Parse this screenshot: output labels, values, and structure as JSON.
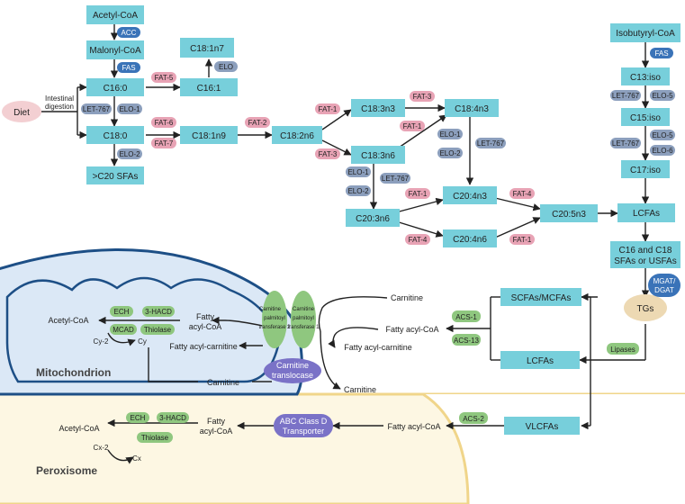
{
  "colors": {
    "cyan_box": "#77cfdb",
    "blue_enzyme": "#3a73b8",
    "grey_enzyme": "#8c9fbd",
    "pink_enzyme": "#e8a3b5",
    "green_enzyme": "#8fc77f",
    "purple_transport": "#7a72c7",
    "diet_pink": "#f3cfd2",
    "tgs_tan": "#edd9b3",
    "mito_fill": "#dbe8f6",
    "mito_stroke": "#1d4f86",
    "perox_fill": "#fdf7e3",
    "perox_stroke": "#f0d58a",
    "arrow": "#222222"
  },
  "metabolites": {
    "acetyl_coa": "Acetyl-CoA",
    "malonyl_coa": "Malonyl-CoA",
    "c16_0": "C16:0",
    "c16_1": "C16:1",
    "c18_1n7": "C18:1n7",
    "c18_0": "C18:0",
    "c20_sfas": ">C20 SFAs",
    "c18_1n9": "C18:1n9",
    "c18_2n6": "C18:2n6",
    "c18_3n3": "C18:3n3",
    "c18_4n3": "C18:4n3",
    "c18_3n6": "C18:3n6",
    "c20_3n6": "C20:3n6",
    "c20_4n3": "C20:4n3",
    "c20_4n6": "C20:4n6",
    "c20_5n3": "C20:5n3",
    "isobutyryl_coa": "Isobutyryl-CoA",
    "c13_iso": "C13:iso",
    "c15_iso": "C15:iso",
    "c17_iso": "C17:iso",
    "lcfas_right": "LCFAs",
    "c16_c18_line1": "C16 and C18",
    "c16_c18_line2": "SFAs or USFAs",
    "scfas_mcfas": "SCFAs/MCFAs",
    "lcfas_mid": "LCFAs",
    "vlcfas": "VLCFAs",
    "tgs": "TGs",
    "diet": "Diet"
  },
  "enzymes": {
    "acc": "ACC",
    "fas_top": "FAS",
    "fat5": "FAT-5",
    "elo_top": "ELO",
    "let767_a": "LET-767",
    "elo1_a": "ELO-1",
    "fat6": "FAT-6",
    "fat7": "FAT-7",
    "elo2_a": "ELO-2",
    "fat2": "FAT-2",
    "fat1_a": "FAT-1",
    "fat3_a": "FAT-3",
    "fat3_b": "FAT-3",
    "fat1_b": "FAT-1",
    "elo1_b": "ELO-1",
    "elo2_b": "ELO-2",
    "let767_b": "LET-767",
    "elo1_c": "ELO-1",
    "elo2_c": "ELO-2",
    "let767_c": "LET-767",
    "fat1_c": "FAT-1",
    "fat4_a": "FAT-4",
    "fat4_b": "FAT-4",
    "fat1_d": "FAT-1",
    "fas_right": "FAS",
    "let767_d": "LET-767",
    "elo5_a": "ELO-5",
    "let767_e": "LET-767",
    "elo5_b": "ELO-5",
    "elo6": "ELO-6",
    "mgat_line1": "MGAT/",
    "mgat_line2": "DGAT",
    "lipases": "Lipases",
    "acs1": "ACS-1",
    "acs13": "ACS-13",
    "acs2": "ACS-2"
  },
  "labels": {
    "intestinal_line1": "Intestinal",
    "intestinal_line2": "digestion"
  },
  "mitochondrion": {
    "title": "Mitochondrion",
    "ech": "ECH",
    "hacd": "3-HACD",
    "mcad": "MCAD",
    "thiolase": "Thiolase",
    "acetyl_coa": "Acetyl-CoA",
    "fatty_line1": "Fatty",
    "fatty_line2": "acyl-CoA",
    "cy2": "Cy-2",
    "cy": "Cy",
    "fatty_acyl_carnitine": "Fatty acyl-carnitine",
    "carnitine_inner": "Carnitine",
    "cpt2_line1": "Carnitine",
    "cpt2_line2": "palmitoyl",
    "cpt2_line3": "transferase 2",
    "cpt1_line1": "Carnitine",
    "cpt1_line2": "palmitoyl",
    "cpt1_line3": "transferase 1",
    "translocase_line1": "Carnitine",
    "translocase_line2": "translocase",
    "carnitine_top": "Carnitine",
    "fatty_acyl_coa_out": "Fatty acyl-CoA",
    "fatty_acyl_carnitine_out": "Fatty acyl-carnitine",
    "carnitine_out": "Carnitine"
  },
  "peroxisome": {
    "title": "Peroxisome",
    "ech": "ECH",
    "hacd": "3-HACD",
    "thiolase": "Thiolase",
    "acetyl_coa": "Acetyl-CoA",
    "fatty_line1": "Fatty",
    "fatty_line2": "acyl-CoA",
    "cx2": "Cx-2",
    "cx": "Cx",
    "abc_line1": "ABC Class D",
    "abc_line2": "Transporter",
    "fatty_acyl_coa_out": "Fatty acyl-CoA"
  }
}
